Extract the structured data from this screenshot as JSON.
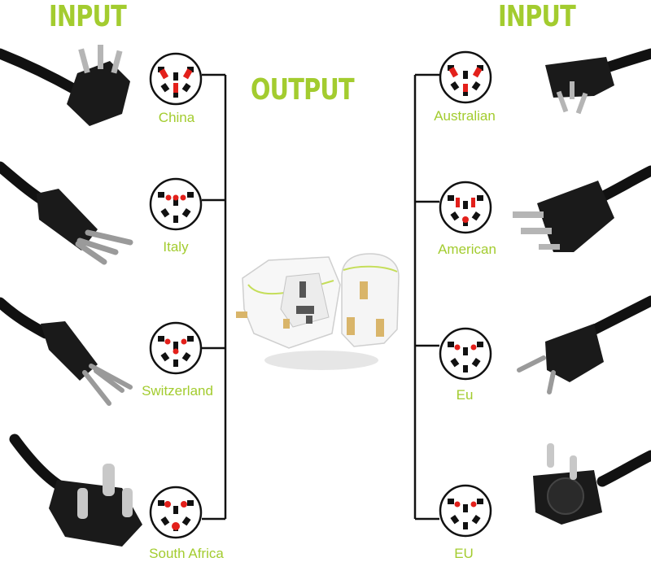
{
  "headings": {
    "input_left": "INPUT",
    "input_right": "INPUT",
    "output": "OUTPUT"
  },
  "left_plugs": [
    {
      "label": "China",
      "icon": "china-plug-icon"
    },
    {
      "label": "Italy",
      "icon": "italy-plug-icon"
    },
    {
      "label": "Switzerland",
      "icon": "switzerland-plug-icon"
    },
    {
      "label": "South Africa",
      "icon": "south-africa-plug-icon"
    }
  ],
  "right_plugs": [
    {
      "label": "Australian",
      "icon": "australian-plug-icon"
    },
    {
      "label": "American",
      "icon": "american-plug-icon"
    },
    {
      "label": "Eu",
      "icon": "eu-plug-icon"
    },
    {
      "label": "EU",
      "icon": "schuko-plug-icon"
    }
  ],
  "colors": {
    "accent": "#a3cc2f",
    "pin_red": "#e3201b",
    "line": "#111111"
  }
}
